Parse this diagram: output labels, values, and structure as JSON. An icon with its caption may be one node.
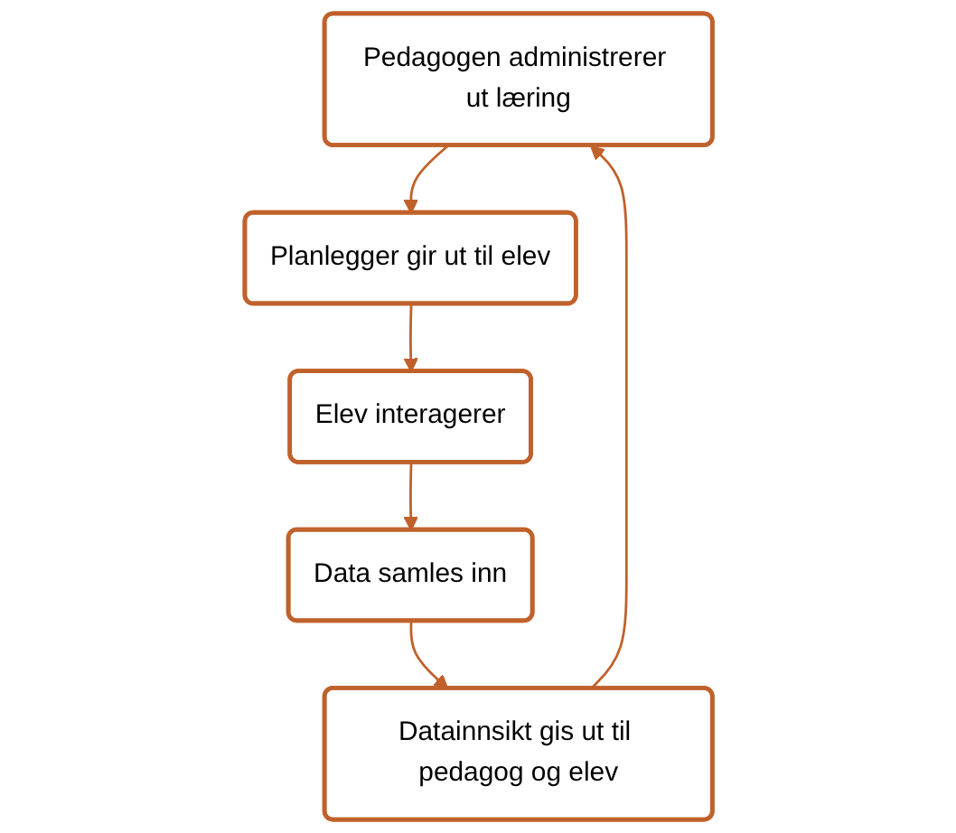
{
  "diagram": {
    "nodes": [
      {
        "text": [
          "Pedagogen administrerer ut læring"
        ]
      },
      {
        "text": [
          "Planlegger gir ut til elev"
        ]
      },
      {
        "text": [
          "Elev interagerer"
        ]
      },
      {
        "text": [
          "Data samles inn"
        ]
      },
      {
        "text": [
          "Datainnsikt gis ut til pedagog og elev"
        ]
      }
    ],
    "edges": [
      {
        "from": 0,
        "to": 1,
        "arrow": "to"
      },
      {
        "from": 1,
        "to": 2,
        "arrow": "to"
      },
      {
        "from": 2,
        "to": 3,
        "arrow": "to"
      },
      {
        "from": 3,
        "to": 4,
        "arrow": "to"
      },
      {
        "from": 4,
        "to": 0,
        "arrow": "to"
      }
    ]
  }
}
